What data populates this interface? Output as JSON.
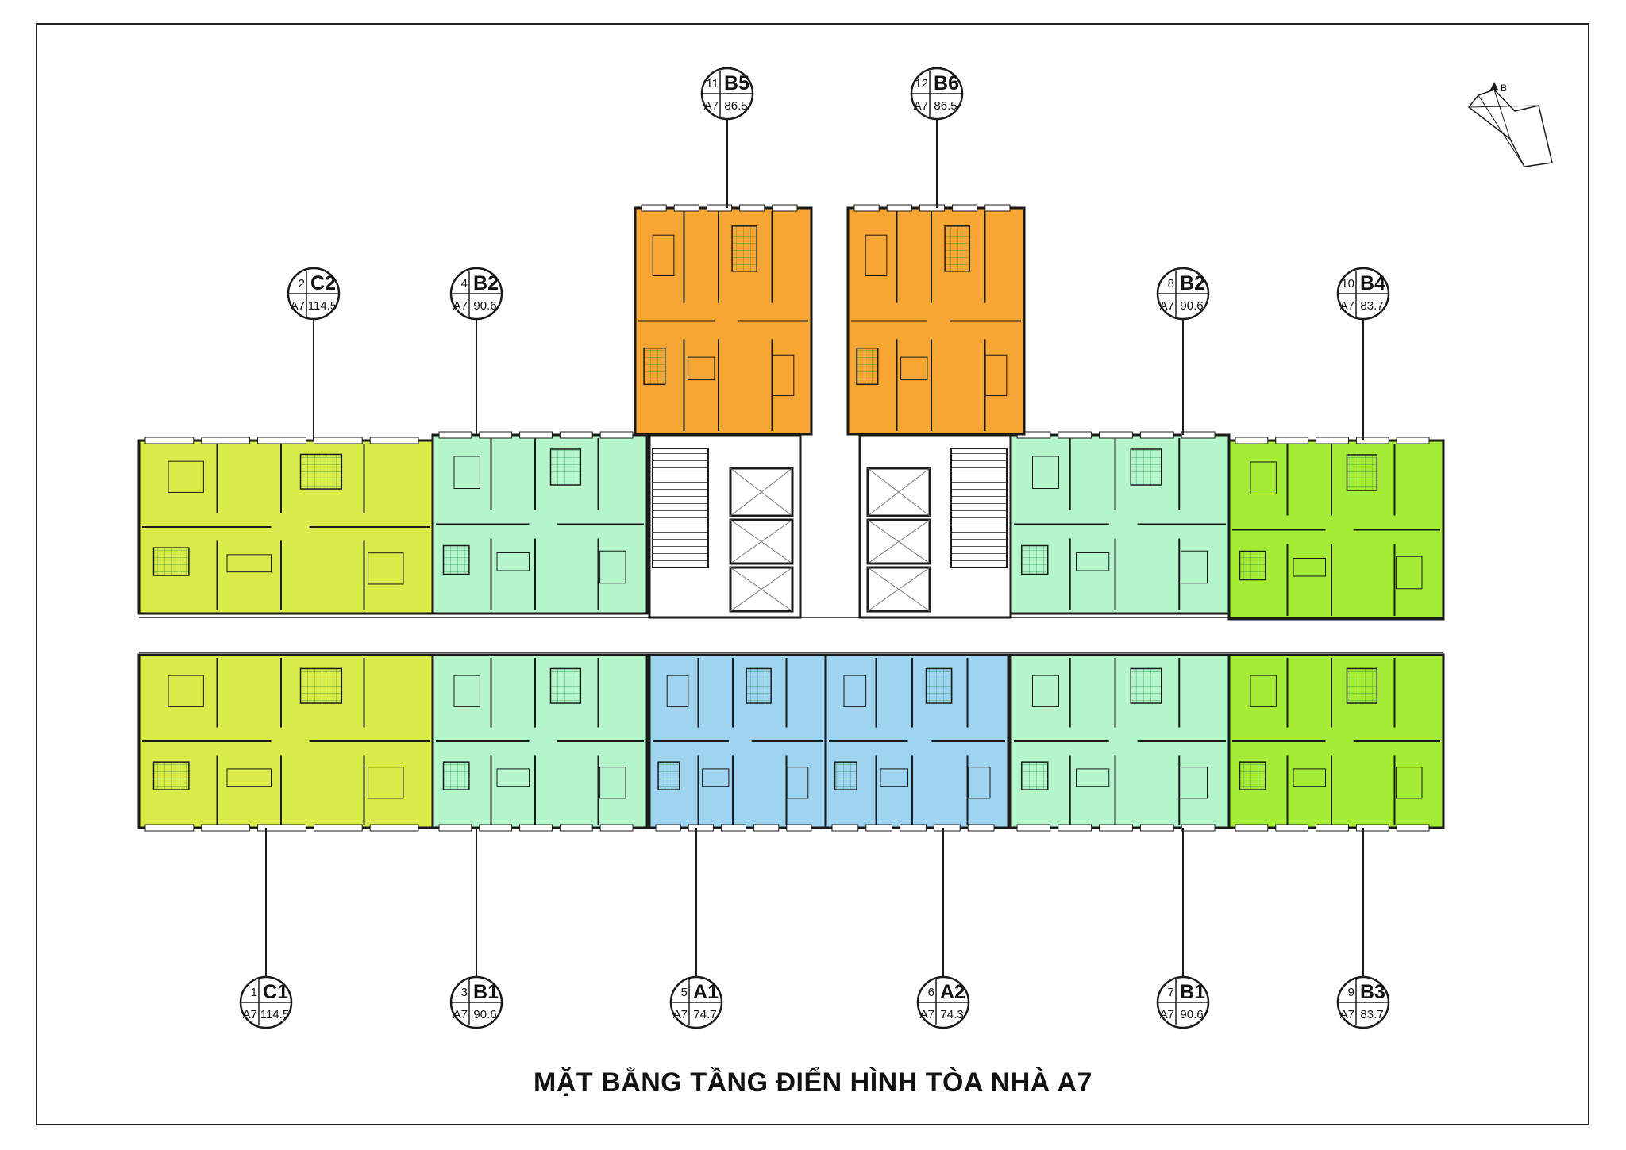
{
  "title": "MẶT BẰNG TẦNG ĐIỂN HÌNH TÒA NHÀ A7",
  "north_label": "B",
  "colors": {
    "type_C": "#d9ec4a",
    "type_B12": "#b4f5cc",
    "type_A": "#9fd4f0",
    "type_B34": "#a4ec36",
    "type_B56": "#f7a533",
    "core": "#ffffff",
    "wall": "#1a1a1a"
  },
  "units": [
    {
      "num": "1",
      "code": "C1",
      "building": "A7",
      "area": "114.5"
    },
    {
      "num": "2",
      "code": "C2",
      "building": "A7",
      "area": "114.5"
    },
    {
      "num": "3",
      "code": "B1",
      "building": "A7",
      "area": "90.6"
    },
    {
      "num": "4",
      "code": "B2",
      "building": "A7",
      "area": "90.6"
    },
    {
      "num": "5",
      "code": "A1",
      "building": "A7",
      "area": "74.7"
    },
    {
      "num": "6",
      "code": "A2",
      "building": "A7",
      "area": "74.3"
    },
    {
      "num": "7",
      "code": "B1",
      "building": "A7",
      "area": "90.6"
    },
    {
      "num": "8",
      "code": "B2",
      "building": "A7",
      "area": "90.6"
    },
    {
      "num": "9",
      "code": "B3",
      "building": "A7",
      "area": "83.7"
    },
    {
      "num": "10",
      "code": "B4",
      "building": "A7",
      "area": "83.7"
    },
    {
      "num": "11",
      "code": "B5",
      "building": "A7",
      "area": "86.5"
    },
    {
      "num": "12",
      "code": "B6",
      "building": "A7",
      "area": "86.5"
    }
  ]
}
